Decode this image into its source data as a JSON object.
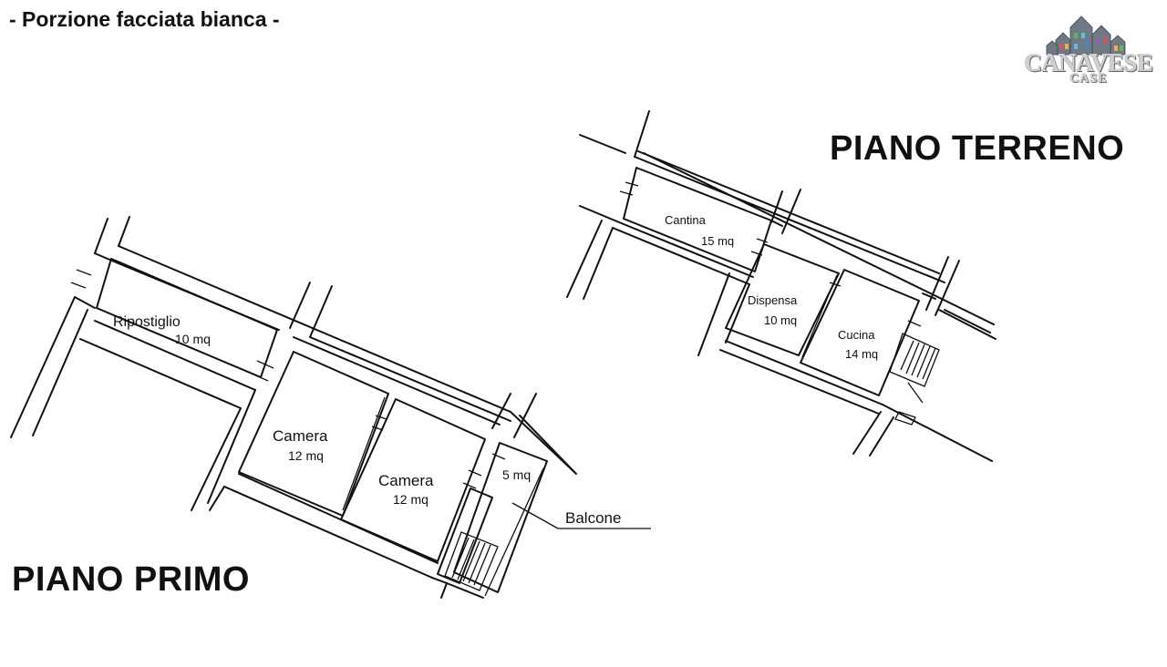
{
  "header": {
    "title": "- Porzione facciata bianca -"
  },
  "floors": [
    {
      "id": "terreno",
      "label": "PIANO TERRENO",
      "rooms": [
        {
          "name": "Cantina",
          "area": "15 mq"
        },
        {
          "name": "Dispensa",
          "area": "10 mq"
        },
        {
          "name": "Cucina",
          "area": "14 mq"
        }
      ]
    },
    {
      "id": "primo",
      "label": "PIANO PRIMO",
      "rooms": [
        {
          "name": "Ripostiglio",
          "area": "10 mq"
        },
        {
          "name": "Camera",
          "area": "12 mq"
        },
        {
          "name": "Camera",
          "area": "12 mq"
        },
        {
          "name": "",
          "area": "5 mq"
        }
      ],
      "callout": "Balcone"
    }
  ],
  "logo": {
    "main": "CANAVESE",
    "sub": "CASE",
    "colors": [
      "#d9534f",
      "#f0ad4e",
      "#5cb85c",
      "#5bc0de",
      "#428bca",
      "#9b59b6"
    ]
  }
}
